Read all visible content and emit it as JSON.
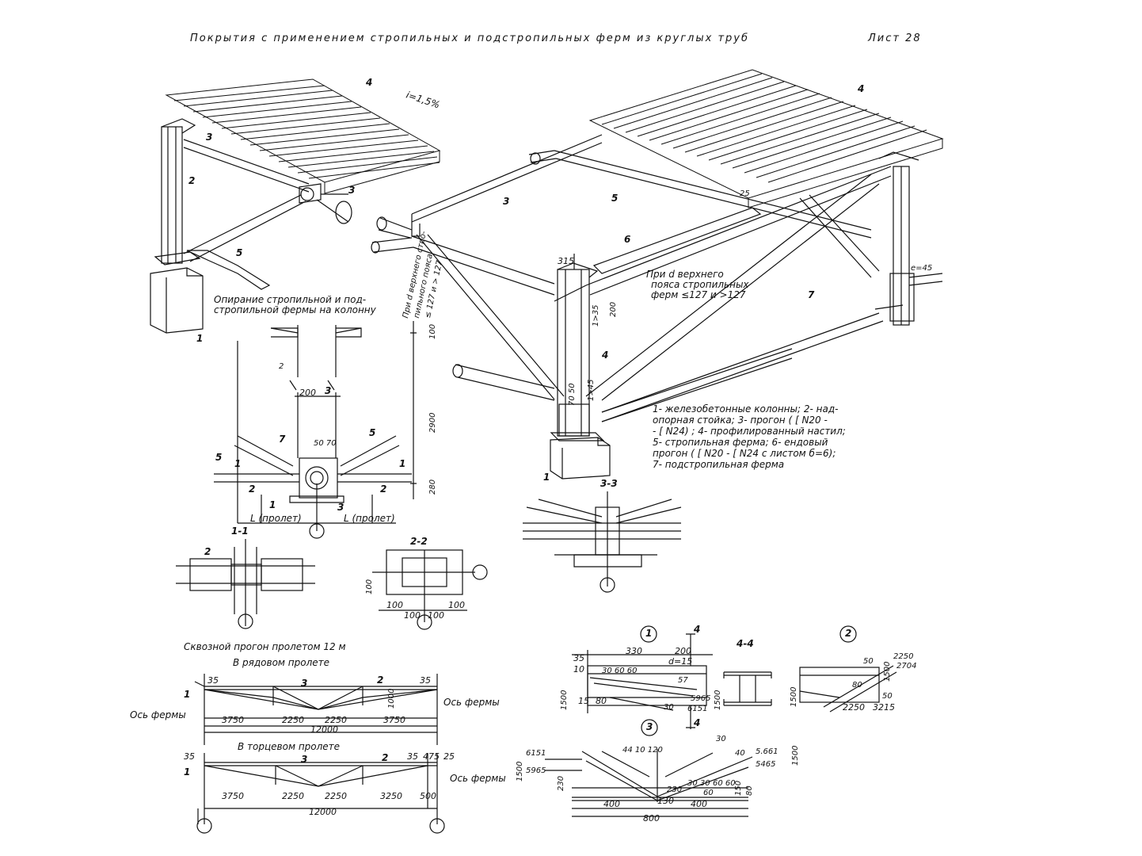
{
  "header": {
    "title": "Покрытия с применением стропильных и подстропильных ферм из круглых труб",
    "sheet": "Лист 28"
  },
  "left_view": {
    "callout_4": "4",
    "slope": "i=1,5%",
    "callout_3a": "3",
    "callout_2": "2",
    "callout_3b": "3",
    "callout_5": "5",
    "callout_1": "1",
    "caption": [
      "Опирание стропильной и под-",
      "стропильной фермы на колонну"
    ],
    "diag_note": [
      "При d верхнего стро-",
      "пильного пояса",
      "≤ 127 и > 127"
    ]
  },
  "right_view": {
    "callout_4": "4",
    "callout_3": "3",
    "callout_5": "5",
    "callout_6": "6",
    "callout_7": "7",
    "callout_4b": "4",
    "callout_1": "1",
    "dim_315": "315",
    "dim_175": "1>35",
    "dim_145": "1>45",
    "dim_200": "200",
    "dim_70_50": "70 50",
    "dim_25": "25",
    "note": [
      "При d верхнего",
      "пояса стропильных",
      "ферм ≤127 и >127"
    ],
    "dim_e": "e=45"
  },
  "legend": [
    "1- железобетонные колонны; 2- над-",
    "опорная стойка; 3- прогон ( [ N20 -",
    "- [ N24) ; 4- профилированный настил;",
    "5- стропильная ферма; 6- ендовый",
    "прогон ( [ N20 - [ N24 с листом б=6);",
    "7- подстропильная ферма"
  ],
  "node_detail": {
    "dim_200": "200",
    "mark_3": "3",
    "dim_2900": "2900",
    "dim_280": "280",
    "dim_100": "100",
    "dim_50_70": "50 70",
    "c7": "7",
    "c5a": "5",
    "c5b": "5",
    "c1a": "1",
    "c1b": "1",
    "c2a": "2",
    "c2b": "2",
    "c1c": "1",
    "c2top": "2",
    "m3": "3",
    "span_l": "L (пролет)",
    "span_r": "L (пролет)"
  },
  "section_11": {
    "title": "1-1",
    "c2": "2"
  },
  "section_22": {
    "title": "2-2",
    "d100": "100",
    "b1": "100",
    "b2": "100",
    "b3": "100",
    "b4": "100"
  },
  "section_33": {
    "title": "3-3"
  },
  "purlin": {
    "title": "Сквозной прогон пролетом 12 м",
    "row_sub": "В рядовом пролете",
    "end_sub": "В торцевом пролете",
    "axis_l": "Ось фермы",
    "axis_r": "Ось фермы",
    "axis_r2": "Ось фермы",
    "r_35a": "35",
    "r_35b": "35",
    "r_1": "1",
    "r_3": "3",
    "r_2": "2",
    "r_1000": "1000",
    "r_segs": [
      "3750",
      "2250",
      "2250",
      "3750"
    ],
    "r_total": "12000",
    "e_35a": "35",
    "e_35b": "35",
    "e_475": "475",
    "e_25": "25",
    "e_1": "1",
    "e_3": "3",
    "e_2": "2",
    "e_segs": [
      "3750",
      "2250",
      "2250",
      "3250",
      "500"
    ],
    "e_total": "12000"
  },
  "detail_1": {
    "mark": "1",
    "d330": "330",
    "d200": "200",
    "d15": "d=15",
    "d35": "35",
    "d10": "10",
    "d30_60_60": "30 60 60",
    "d15b": "15",
    "d80": "80",
    "d1500": "1500",
    "d5965": "5965",
    "d6151": "6151",
    "d1500b": "1500",
    "d30": "30",
    "d57": "57",
    "m4": "4",
    "m4b": "4"
  },
  "section_44": {
    "title": "4-4"
  },
  "detail_2": {
    "mark": "2",
    "d50": "50",
    "d2250": "2250",
    "d2704": "2704",
    "d1500": "1500",
    "d1500b": "1500",
    "d80": "80",
    "d2250b": "2250",
    "d3215": "3215",
    "d50b": "50"
  },
  "detail_3": {
    "mark": "3",
    "d6151": "6151",
    "d5965": "5965",
    "d1500": "1500",
    "d230": "230",
    "d44_10_120": "44 10 120",
    "d30": "30",
    "d40": "40",
    "d5661": "5.661",
    "d5465": "5465",
    "d1500b": "1500",
    "d230b": "230",
    "d30_30": "30 30",
    "d60_60": "60 60",
    "d60": "60",
    "d130": "130",
    "d400a": "400",
    "d400b": "400",
    "d800": "800",
    "d150": "150",
    "d80": "80"
  }
}
